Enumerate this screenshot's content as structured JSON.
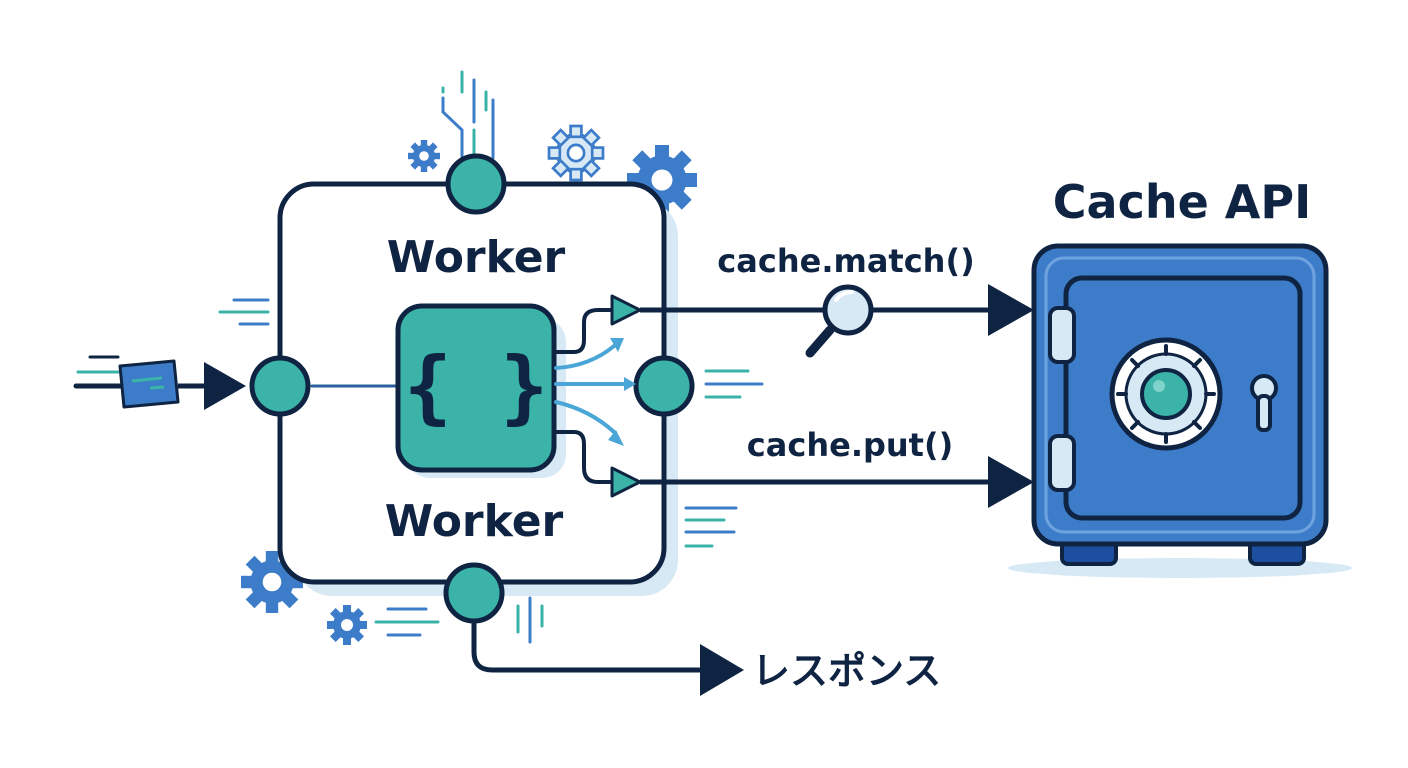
{
  "worker": {
    "title_top": "Worker",
    "title_bottom": "Worker",
    "code_glyph": "{ }"
  },
  "cache": {
    "title": "Cache API",
    "match_label": "cache.match()",
    "put_label": "cache.put()"
  },
  "response": {
    "label": "レスポンス"
  },
  "colors": {
    "navy": "#0f2442",
    "teal": "#3bb3a8",
    "teal_dark": "#2a9a90",
    "blue": "#3d7cc9",
    "blue_dark": "#1d4fa0",
    "light_blue": "#d7e9f4"
  },
  "icons": [
    "request-card-icon",
    "code-braces-icon",
    "magnifier-icon",
    "safe-icon",
    "dial-icon",
    "keyhole-icon",
    "gear-icon"
  ]
}
